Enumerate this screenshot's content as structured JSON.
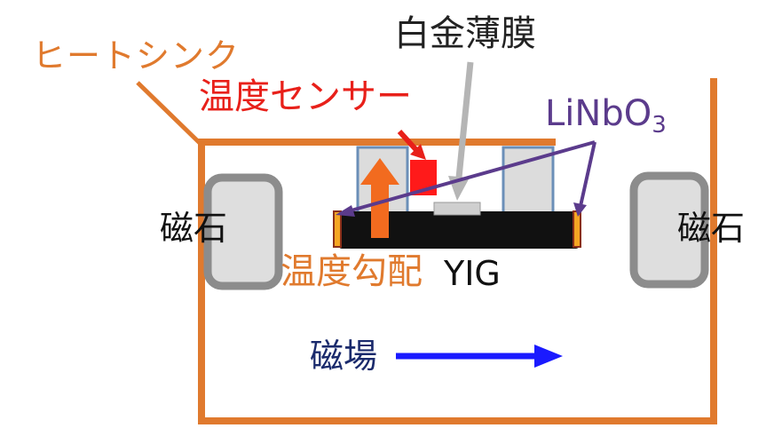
{
  "labels": {
    "heat_sink": "ヒートシンク",
    "platinum_film": "白金薄膜",
    "temperature_sensor": "温度センサー",
    "linbo3_base": "LiNbO",
    "linbo3_sub": "3",
    "magnet_left": "磁石",
    "magnet_right": "磁石",
    "temperature_gradient": "温度勾配",
    "yig": "YIG",
    "magnetic_field": "磁場"
  },
  "colors": {
    "heat_sink": "#e07a2e",
    "sensor": "#e8201a",
    "linbo3": "#5b3b8c",
    "magnetic_field_arrow": "#1a1aff",
    "gradient_arrow": "#f26b1f",
    "yig": "#111111",
    "magnet": "#8c8c8c",
    "platinum": "#cfcfcf",
    "pillar": "#dcdcdc"
  }
}
